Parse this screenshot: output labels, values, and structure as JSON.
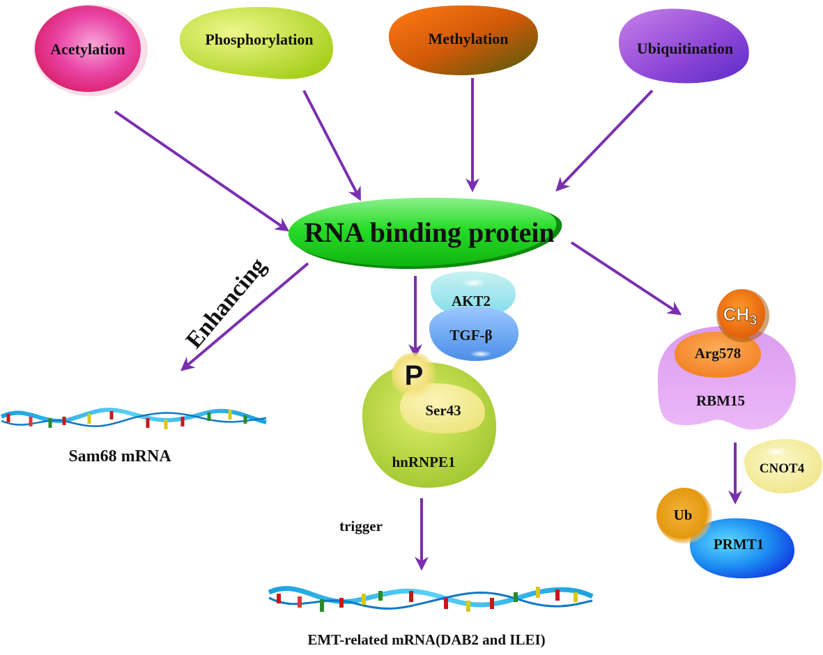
{
  "modifications": {
    "acetylation": "Acetylation",
    "phosphorylation": "Phosphorylation",
    "methylation": "Methylation",
    "ubiquitination": "Ubiquitination"
  },
  "center": {
    "label": "RNA binding protein"
  },
  "left_branch": {
    "action": "Enhancing",
    "target": "Sam68 mRNA"
  },
  "middle_branch": {
    "kinase_top": "AKT2",
    "kinase_bottom": "TGF-β",
    "phospho": "P",
    "site": "Ser43",
    "protein": "hnRNPE1",
    "action": "trigger",
    "target": "EMT-related mRNA(DAB2 and  ILEI)"
  },
  "right_branch": {
    "methyl": "CH",
    "methyl_sub": "3",
    "site": "Arg578",
    "protein": "RBM15",
    "ligase": "CNOT4",
    "ubiquitin": "Ub",
    "partner": "PRMT1"
  },
  "colors": {
    "arrow": "#7a2fb0",
    "acetylation": "#e8358f",
    "phosphorylation": "#b5d82a",
    "methylation": "#c85a0a",
    "ubiquitination": "#8a3fd0",
    "center": "#22d422",
    "hnrnpe1": "#b4d43a",
    "rbm15": "#e4a8f4",
    "prmt1": "#1c6cf0",
    "ub": "#e8a21c",
    "cnot4": "#f0ec8e"
  }
}
